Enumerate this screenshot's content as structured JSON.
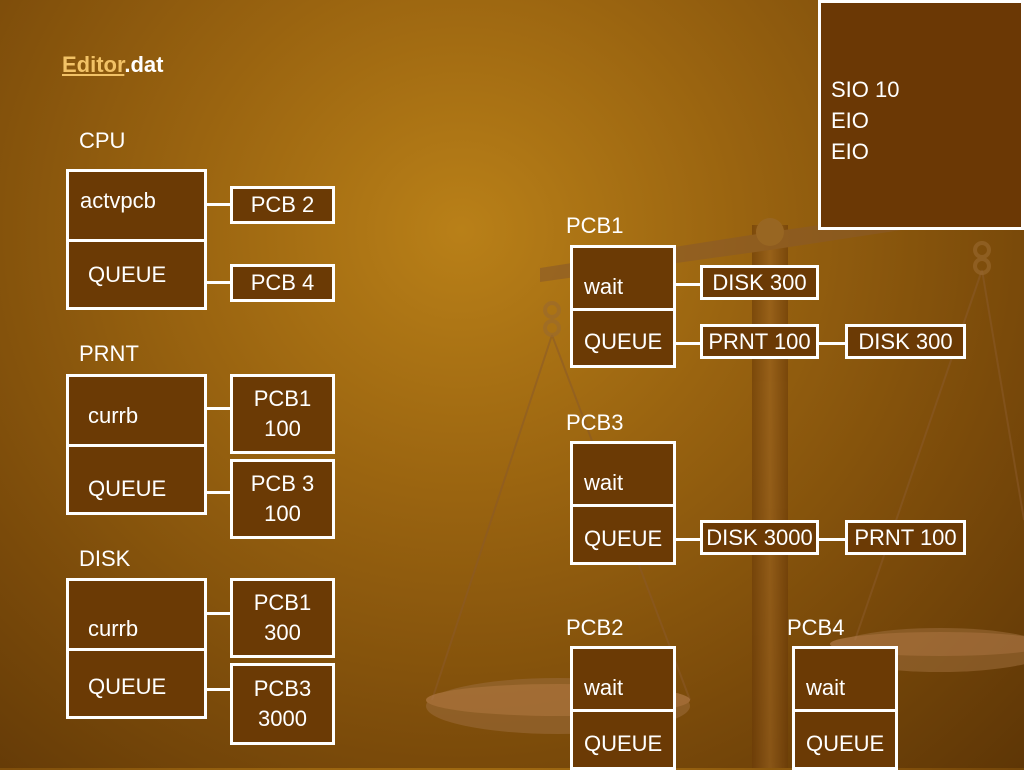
{
  "title": {
    "link": "Editor",
    "rest": ".dat"
  },
  "note": {
    "lines": [
      "SIO 10",
      "EIO",
      "EIO"
    ]
  },
  "cpu": {
    "label": "CPU",
    "top": "actvpcb",
    "bottom": "QUEUE",
    "top_value": "PCB 2",
    "bottom_value": "PCB 4"
  },
  "prnt": {
    "label": "PRNT",
    "top": "currb",
    "bottom": "QUEUE",
    "top_value": [
      "PCB1",
      "100"
    ],
    "bottom_value": [
      "PCB 3",
      "100"
    ]
  },
  "disk": {
    "label": "DISK",
    "top": "currb",
    "bottom": "QUEUE",
    "top_value": [
      "PCB1",
      "300"
    ],
    "bottom_value": [
      "PCB3",
      "3000"
    ]
  },
  "pcb1": {
    "label": "PCB1",
    "top": "wait",
    "bottom": "QUEUE",
    "wait_value": "DISK 300",
    "queue_values": [
      "PRNT 100",
      "DISK 300"
    ]
  },
  "pcb3": {
    "label": "PCB3",
    "top": "wait",
    "bottom": "QUEUE",
    "queue_values": [
      "DISK 3000",
      "PRNT 100"
    ]
  },
  "pcb2": {
    "label": "PCB2",
    "top": "wait",
    "bottom": "QUEUE"
  },
  "pcb4": {
    "label": "PCB4",
    "top": "wait",
    "bottom": "QUEUE"
  }
}
